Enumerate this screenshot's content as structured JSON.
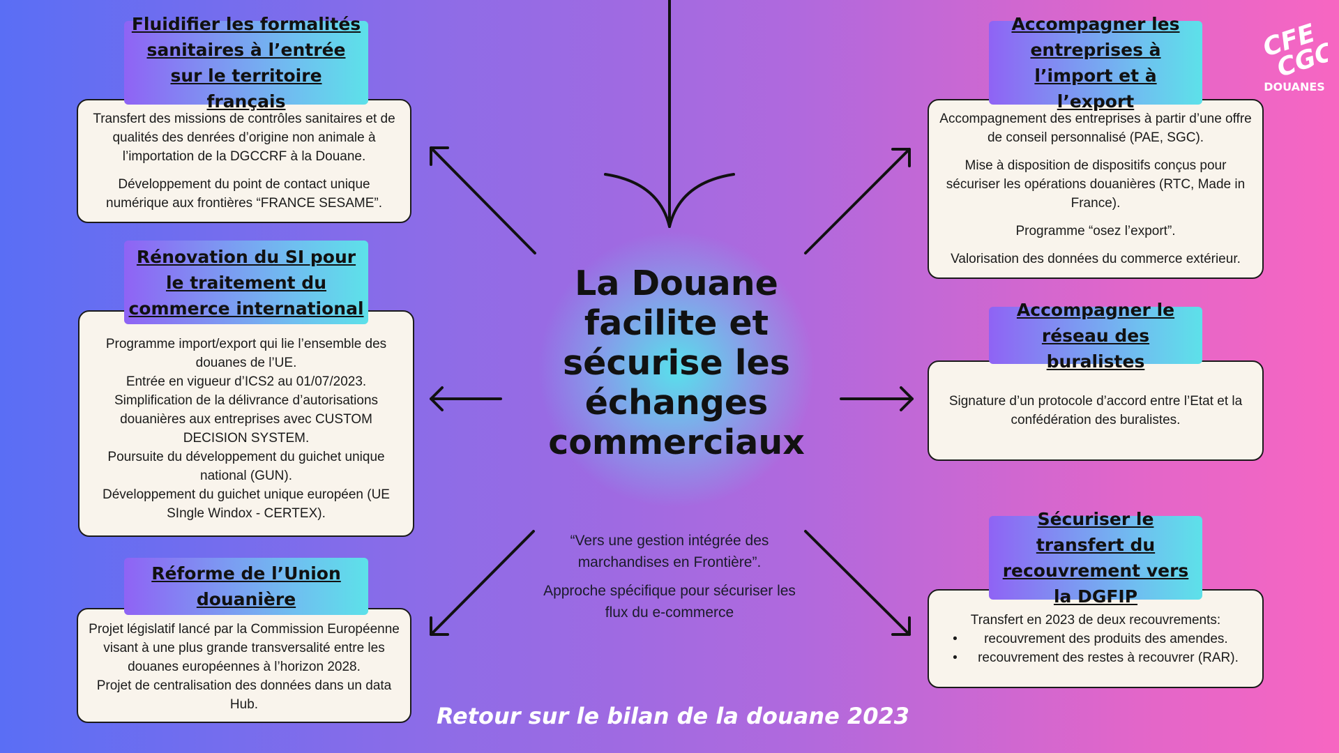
{
  "center": {
    "title": "La Douane facilite et sécurise les échanges commerciaux",
    "quote_1": "“Vers une gestion intégrée des marchandises en Frontière”.",
    "quote_2": "Approche spécifique pour sécuriser les flux du e-commerce"
  },
  "footer": "Retour sur le bilan de la douane 2023",
  "logo": {
    "line_1": "CFE",
    "line_2": "CGC",
    "line_3": "DOUANES"
  },
  "colors": {
    "background_left": "#5a6ef5",
    "background_right": "#f766c2",
    "label_start": "#8f63f4",
    "label_end": "#5de1e9",
    "box_fill": "#f9f4ec"
  },
  "cards": {
    "sanitaires": {
      "title": "Fluidifier les formalités sanitaires à l’entrée sur le territoire français",
      "p1": "Transfert des missions de contrôles sanitaires et de qualités des denrées d’origine non animale à l’importation de la DGCCRF à la Douane.",
      "p2": "Développement du point de contact unique numérique aux frontières  “FRANCE SESAME”."
    },
    "si": {
      "title": "Rénovation du SI pour le traitement du commerce international",
      "p1": "Programme import/export qui lie l’ensemble des douanes de l’UE.",
      "p2": "Entrée en vigueur d’ICS2 au 01/07/2023.",
      "p3": "Simplification de la délivrance d’autorisations douanières aux entreprises avec CUSTOM DECISION SYSTEM.",
      "p4": "Poursuite du développement du guichet unique national (GUN).",
      "p5": "Développement du guichet unique européen (UE SIngle Windox - CERTEX)."
    },
    "union": {
      "title": "Réforme de l’Union douanière",
      "p1": "Projet législatif lancé par la Commission Européenne visant à une plus grande transversalité entre les douanes européennes à l’horizon 2028.",
      "p2": "Projet de centralisation des données dans un data Hub."
    },
    "entreprises": {
      "title": "Accompagner les entreprises à l’import et à l’export",
      "p1": "Accompagnement des entreprises à partir d’une offre de conseil personnalisé (PAE, SGC).",
      "p2": "Mise à disposition de dispositifs conçus pour sécuriser les opérations douanières (RTC, Made in France).",
      "p3": "Programme “osez l’export”.",
      "p4": "Valorisation des données du commerce extérieur."
    },
    "buralistes": {
      "title": "Accompagner le réseau des buralistes",
      "p1": "Signature d’un protocole d’accord entre l’Etat et la confédération des buralistes."
    },
    "dgfip": {
      "title": "Sécuriser le transfert du recouvrement vers la DGFIP",
      "p1": "Transfert en 2023 de deux recouvrements:",
      "bullet_1": "recouvrement des produits des amendes.",
      "bullet_2": "recouvrement des restes à recouvrer (RAR)."
    }
  }
}
